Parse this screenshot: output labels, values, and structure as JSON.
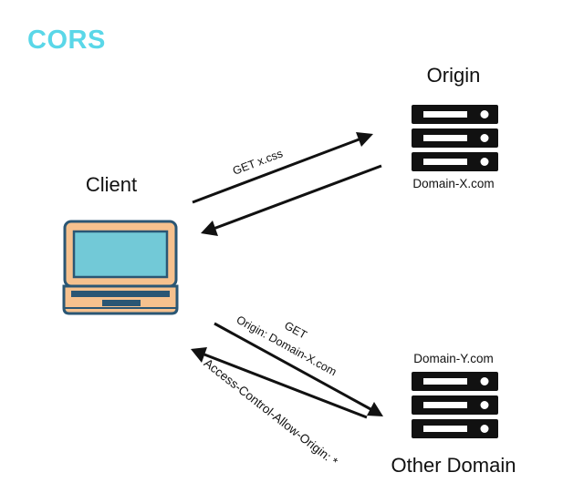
{
  "title": "CORS",
  "client": {
    "label": "Client"
  },
  "origin": {
    "label": "Origin",
    "domain": "Domain-X.com"
  },
  "other": {
    "label": "Other Domain",
    "domain": "Domain-Y.com"
  },
  "requests": {
    "origin_request": "GET x.css",
    "cross_request_line1": "GET",
    "cross_request_line2": "Origin: Domain-X.com",
    "cross_response": "Access-Control-Allow-Origin: *"
  },
  "colors": {
    "title": "#5ad7e8",
    "laptop_body": "#f6c18e",
    "laptop_outline": "#2a5674",
    "laptop_screen": "#72c9d7",
    "server": "#111111"
  }
}
